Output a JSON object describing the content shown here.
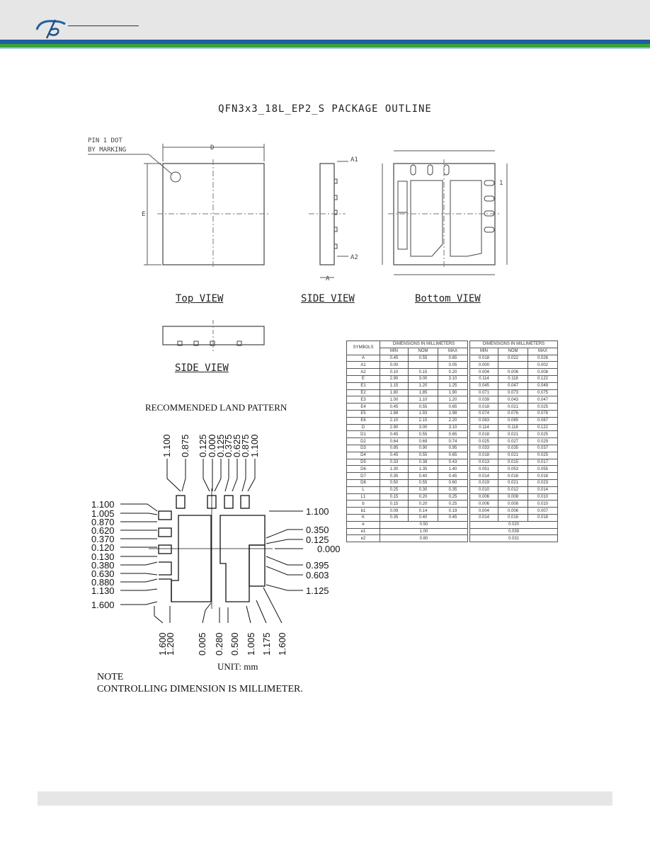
{
  "title": "QFN3x3_18L_EP2_S PACKAGE OUTLINE",
  "views": {
    "top": "Top VIEW",
    "side": "SIDE VIEW",
    "bottom": "Bottom VIEW",
    "side2": "SIDE VIEW"
  },
  "top_view": {
    "pin1_line1": "PIN 1 DOT",
    "pin1_line2": "BY MARKING",
    "dim_d": "D",
    "dim_e": "E"
  },
  "side_view": {
    "a1": "A1",
    "a2": "A2",
    "a": "A"
  },
  "bottom_view": {
    "pin1": "1"
  },
  "land_pattern": {
    "title": "RECOMMENDED LAND PATTERN",
    "unit": "UNIT: mm",
    "note_title": "NOTE",
    "note_text": "CONTROLLING DIMENSION IS MILLIMETER.",
    "top_dims": [
      "1.100",
      "0.875",
      "0.125",
      "0.000",
      "0.125",
      "0.375",
      "0.625",
      "0.875",
      "1.100"
    ],
    "left_dims": [
      "1.100",
      "1.005",
      "0.870",
      "0.620",
      "0.370",
      "0.120",
      "0.130",
      "0.380",
      "0.630",
      "0.880",
      "1.130",
      "1.600"
    ],
    "right_dims": [
      "1.100",
      "0.350",
      "0.125",
      "0.000",
      "0.395",
      "0.603",
      "1.125"
    ],
    "bottom_dims": [
      "1.600",
      "1.200",
      "0.005",
      "0.280",
      "0.500",
      "1.005",
      "1.175",
      "1.600"
    ]
  },
  "table": {
    "headers": [
      "SYMBOLS",
      "DIMENSIONS IN MILLIMETERS",
      "DIMENSIONS IN MILLIMETERS"
    ],
    "subheaders": [
      "MIN",
      "NOM",
      "MAX",
      "MIN",
      "NOM",
      "MAX"
    ],
    "rows": [
      [
        "A",
        "0.45",
        "0.55",
        "0.65",
        "0.018",
        "0.022",
        "0.026"
      ],
      [
        "A1",
        "0.00",
        "",
        "0.05",
        "0.000",
        "",
        "0.002"
      ],
      [
        "A2",
        "0.10",
        "0.15",
        "0.20",
        "0.004",
        "0.006",
        "0.008"
      ],
      [
        "E",
        "2.90",
        "3.00",
        "3.10",
        "0.114",
        "0.118",
        "0.122"
      ],
      [
        "E1",
        "1.15",
        "1.20",
        "1.25",
        "0.045",
        "0.047",
        "0.049"
      ],
      [
        "E2",
        "1.80",
        "1.85",
        "1.90",
        "0.071",
        "0.073",
        "0.075"
      ],
      [
        "E3",
        "1.00",
        "1.10",
        "1.20",
        "0.039",
        "0.043",
        "0.047"
      ],
      [
        "E4",
        "0.45",
        "0.55",
        "0.65",
        "0.018",
        "0.021",
        "0.025"
      ],
      [
        "E5",
        "1.88",
        "1.93",
        "1.98",
        "0.074",
        "0.076",
        "0.078"
      ],
      [
        "E6",
        "2.10",
        "2.15",
        "2.20",
        "0.083",
        "0.085",
        "0.087"
      ],
      [
        "D",
        "2.90",
        "3.00",
        "3.10",
        "0.114",
        "0.118",
        "0.122"
      ],
      [
        "D1",
        "0.45",
        "0.55",
        "0.65",
        "0.018",
        "0.021",
        "0.025"
      ],
      [
        "D2",
        "0.64",
        "0.69",
        "0.74",
        "0.025",
        "0.027",
        "0.029"
      ],
      [
        "D3",
        "0.85",
        "0.90",
        "0.95",
        "0.033",
        "0.035",
        "0.037"
      ],
      [
        "D4",
        "0.45",
        "0.55",
        "0.65",
        "0.018",
        "0.021",
        "0.025"
      ],
      [
        "D5",
        "0.33",
        "0.38",
        "0.43",
        "0.013",
        "0.015",
        "0.017"
      ],
      [
        "D6",
        "1.30",
        "1.35",
        "1.40",
        "0.051",
        "0.053",
        "0.055"
      ],
      [
        "D7",
        "0.35",
        "0.40",
        "0.45",
        "0.014",
        "0.016",
        "0.018"
      ],
      [
        "D8",
        "0.50",
        "0.55",
        "0.60",
        "0.019",
        "0.021",
        "0.023"
      ],
      [
        "L",
        "0.25",
        "0.30",
        "0.35",
        "0.010",
        "0.012",
        "0.014"
      ],
      [
        "L1",
        "0.15",
        "0.20",
        "0.25",
        "0.006",
        "0.008",
        "0.010"
      ],
      [
        "b",
        "0.15",
        "0.20",
        "0.25",
        "0.006",
        "0.008",
        "0.010"
      ],
      [
        "b1",
        "0.09",
        "0.14",
        "0.19",
        "0.004",
        "0.006",
        "0.007"
      ],
      [
        "K",
        "0.35",
        "0.40",
        "0.45",
        "0.014",
        "0.016",
        "0.018"
      ]
    ],
    "span_rows": [
      [
        "e",
        "0.50",
        "0.020"
      ],
      [
        "e1",
        "1.00",
        "0.039"
      ],
      [
        "e2",
        "0.80",
        "0.031"
      ]
    ]
  }
}
